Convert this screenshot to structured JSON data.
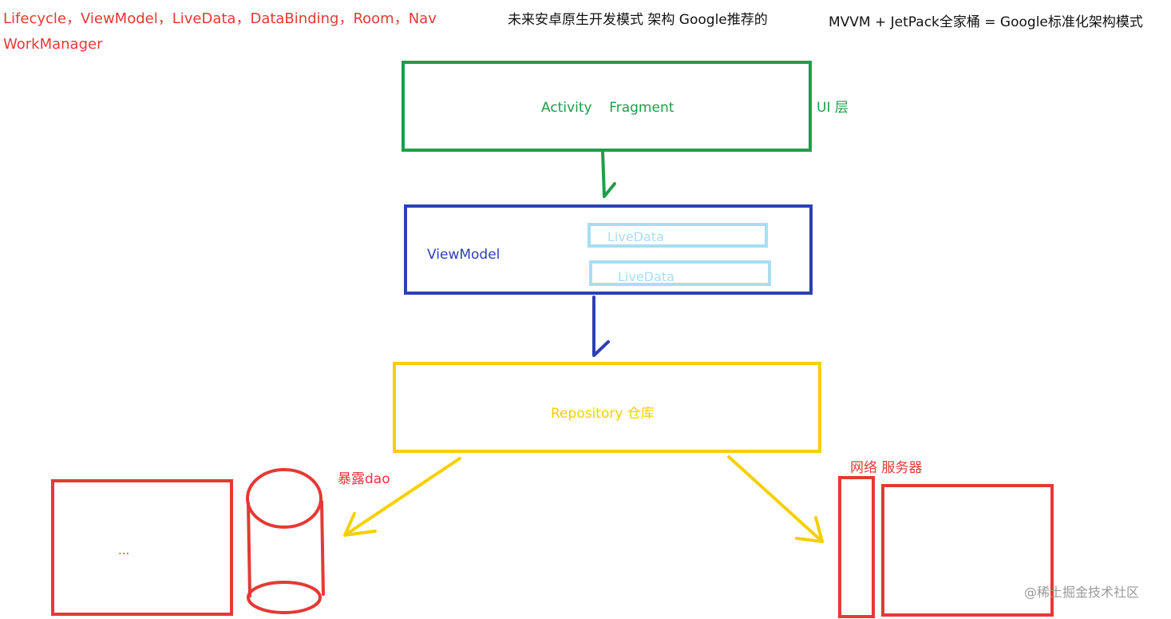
{
  "header": {
    "libs_line1": "Lifecycle，ViewModel，LiveData，DataBinding，Room，Nav",
    "libs_line2": "WorkManager",
    "center_title": "未来安卓原生开发模式 架构 Google推荐的",
    "right_title": "MVVM + JetPack全家桶 = Google标准化架构模式"
  },
  "ui_layer": {
    "label": "Activity    Fragment",
    "side_label": "UI 层"
  },
  "viewmodel_layer": {
    "label": "ViewModel",
    "livedata_1": "LiveData",
    "livedata_2": "LiveData"
  },
  "repository_layer": {
    "label": "Repository 仓库"
  },
  "local_source": {
    "expose_label": "暴露dao",
    "box_text": "..."
  },
  "remote_source": {
    "label": "网络 服务器"
  },
  "watermark": "@稀土掘金技术社区",
  "colors": {
    "red": "#e53935",
    "green": "#1e9e4a",
    "blue": "#2d3fb5",
    "light_blue": "#a8def2",
    "yellow": "#f5d000",
    "black": "#111111",
    "watermark": "#9a9a9a"
  }
}
